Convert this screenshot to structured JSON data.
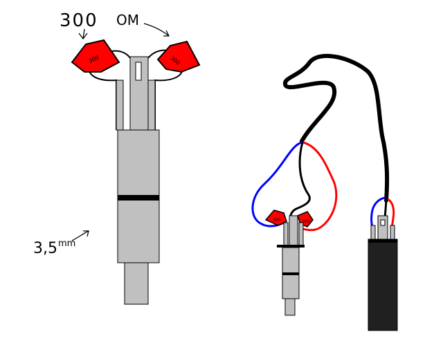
{
  "annotations": {
    "resistance_value": "300",
    "resistance_unit": "OM",
    "diameter_value": "3,5",
    "diameter_unit": "mm"
  },
  "resistors": {
    "left_label": "300",
    "right_label": "300"
  },
  "colors": {
    "resistor_fill": "#ff0000",
    "wire_red": "#ff0000",
    "wire_blue": "#0000ff",
    "wire_black": "#000000",
    "plug_gray": "#c0c0c0",
    "plug_dark": "#202020"
  }
}
